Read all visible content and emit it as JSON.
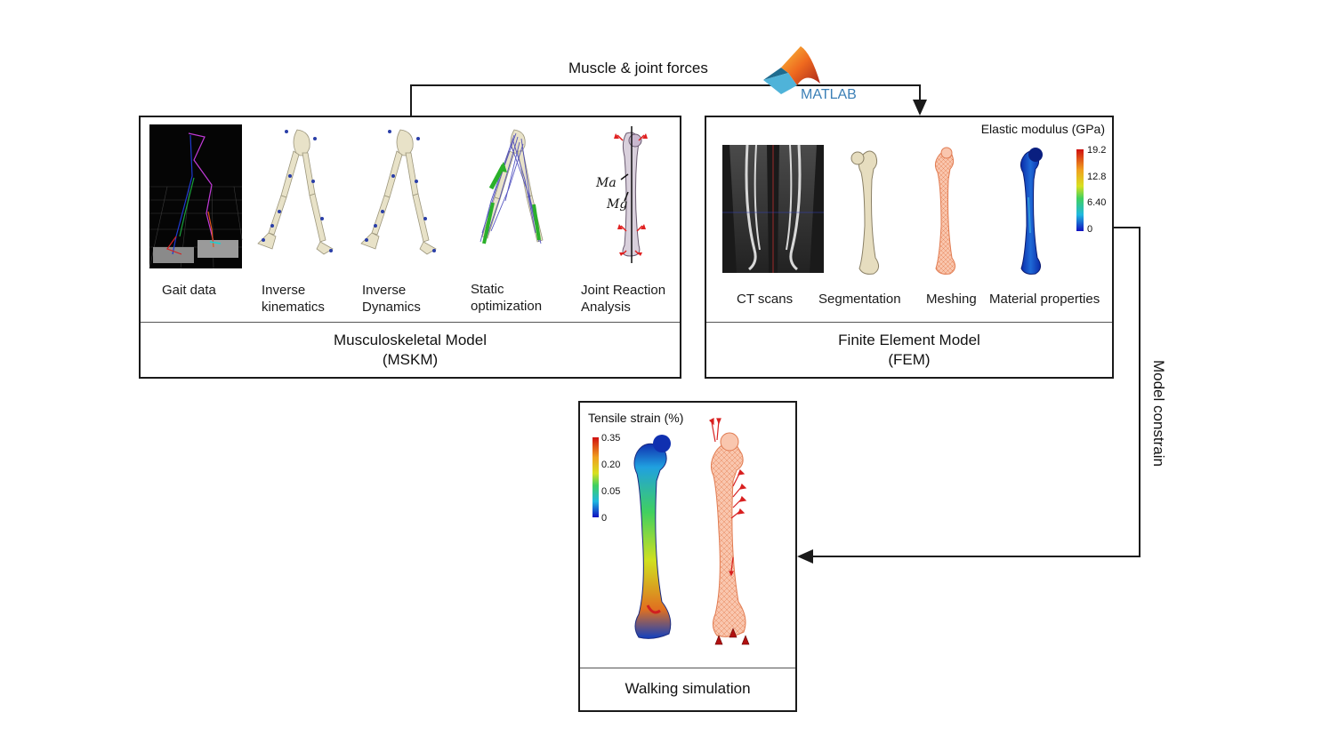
{
  "flow": {
    "top_arrow_label": "Muscle & joint forces",
    "side_arrow_label": "Model constrain",
    "matlab_logo_text": "MATLAB"
  },
  "mskm": {
    "title_line1": "Musculoskeletal Model",
    "title_line2": "(MSKM)",
    "steps": [
      {
        "line1": "Gait data",
        "line2": ""
      },
      {
        "line1": "Inverse",
        "line2": "kinematics"
      },
      {
        "line1": "Inverse",
        "line2": "Dynamics"
      },
      {
        "line1": "Static",
        "line2": "optimization"
      },
      {
        "line1": "Joint Reaction",
        "line2": "Analysis"
      }
    ],
    "moment_labels": [
      "Ma",
      "Mg"
    ]
  },
  "fem": {
    "title_line1": "Finite Element Model",
    "title_line2": "(FEM)",
    "colorbar_title": "Elastic modulus (GPa)",
    "colorbar_ticks": [
      "19.2",
      "12.8",
      "6.40",
      "0"
    ],
    "steps": [
      "CT scans",
      "Segmentation",
      "Meshing",
      "Material properties"
    ]
  },
  "sim": {
    "title": "Walking simulation",
    "colorbar_title": "Tensile strain (%)",
    "colorbar_ticks": [
      "0.35",
      "0.20",
      "0.05",
      "0"
    ]
  },
  "colors": {
    "line": "#1a1a1a",
    "bone": "#e8e2c8",
    "mesh": "#f4a47c",
    "force_arrow": "#e02020",
    "matlab_text": "#3b7fb6"
  }
}
